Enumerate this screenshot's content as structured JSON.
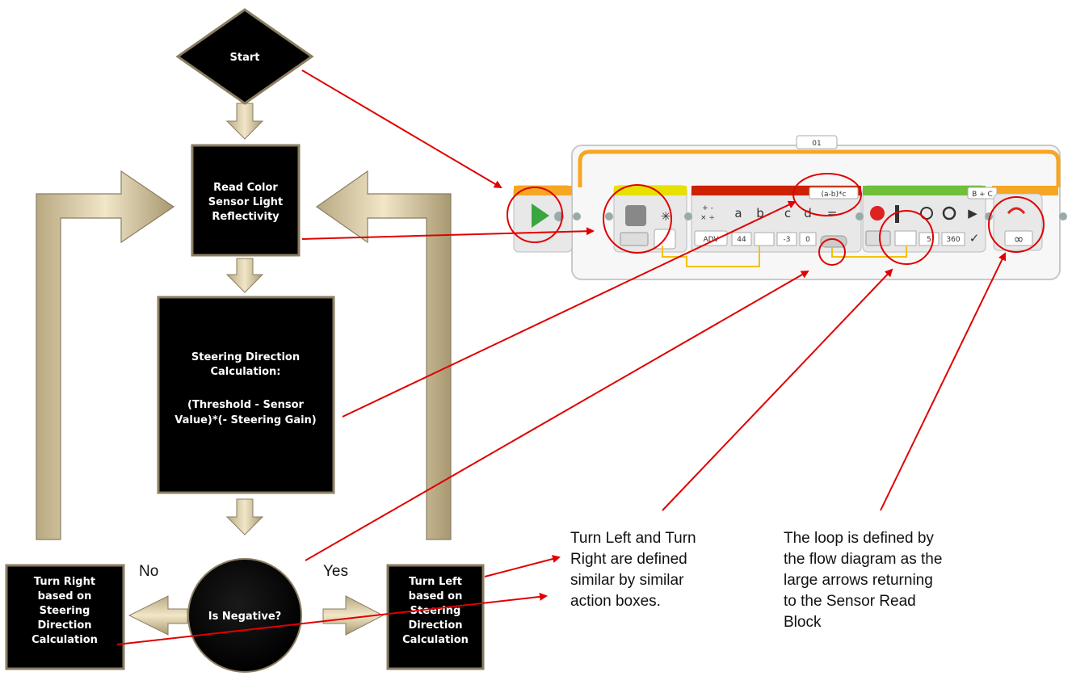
{
  "flowchart": {
    "start": "Start",
    "read_sensor": [
      "Read Color",
      "Sensor Light",
      "Reflectivity"
    ],
    "calculation": [
      "Steering Direction",
      "Calculation:",
      "",
      "(Threshold - Sensor",
      "Value)*(- Steering Gain)"
    ],
    "decision": "Is Negative?",
    "turn_right": [
      "Turn Right",
      "based on",
      "Steering",
      "Direction",
      "Calculation"
    ],
    "turn_left": [
      "Turn Left",
      "based on",
      "Steering",
      "Direction",
      "Calculation"
    ],
    "no_label": "No",
    "yes_label": "Yes"
  },
  "ev3_program": {
    "loop_label": "01",
    "math_mode": "ADV",
    "math_formula": "(a-b)*c",
    "math_inputs": [
      "a",
      "b",
      "c",
      "d",
      "="
    ],
    "math_values": [
      "44",
      "-3",
      "0"
    ],
    "motor_ports": "B + C",
    "motor_values": [
      "5",
      "360"
    ],
    "loop_mode": "∞"
  },
  "notes": {
    "turn_note": [
      "Turn Left and Turn",
      "Right are defined",
      "similar by similar",
      "action boxes."
    ],
    "loop_note": [
      "The loop is defined by",
      "the flow diagram as the",
      "large arrows returning",
      "to the Sensor Read",
      "Block"
    ]
  },
  "colors": {
    "node_fill": "#000000",
    "node_border": "#8a7d62",
    "arrow_fill": "#d8c9a4",
    "annotation_red": "#e00000",
    "loop_orange": "#f5a623",
    "sensor_yellow": "#e8e000",
    "math_red": "#cc2200",
    "motor_green": "#6fbf3a"
  }
}
